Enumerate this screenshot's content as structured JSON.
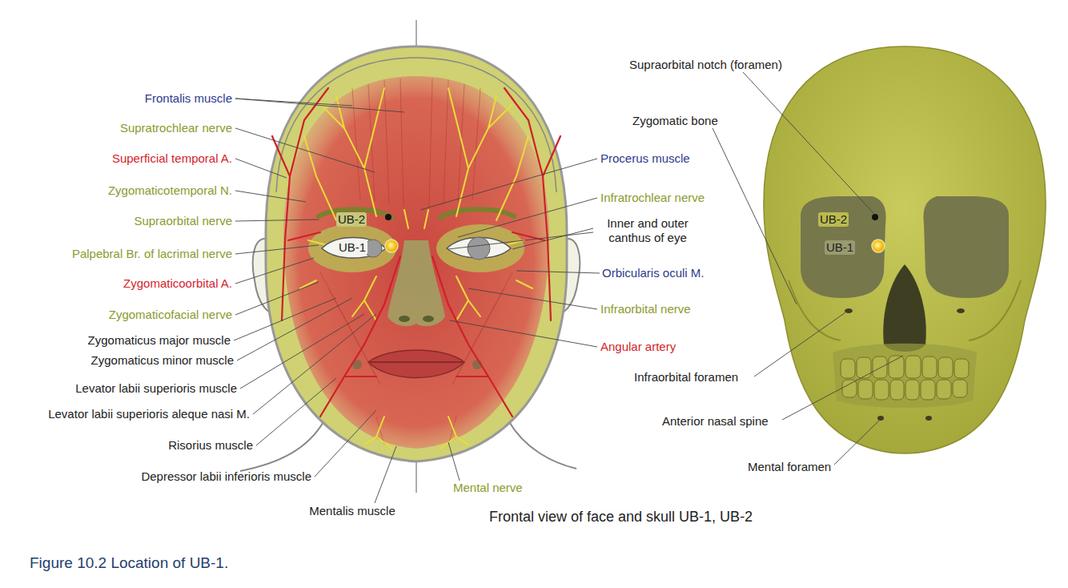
{
  "diagram": {
    "caption": "Figure 10.2 Location of UB-1.",
    "labels": [
      "Frontalis muscle",
      "Supratrochlear nerve",
      "Superficial temporal A.",
      "Zygomaticotemporal N.",
      "Supraorbital nerve",
      "Palpebral Br. of lacrimal nerve",
      "Zygomaticoorbital A.",
      "Zygomaticofacial nerve",
      "Zygomaticus major muscle",
      "Zygomaticus minor muscle",
      "Levator labii superioris muscle",
      "Levator labii superioris aleque nasi M.",
      "Risorius muscle",
      "Depressor labii inferioris muscle",
      "Mentalis muscle",
      "Mental nerve",
      "Procerus muscle",
      "Infratrochlear nerve",
      "Inner and outer canthus of eye",
      "Orbicularis oculi M.",
      "Infraorbital nerve",
      "Angular artery",
      "UB-2",
      "UB-1",
      "Supraorbital notch (foramen)",
      "Zygomatic bone",
      "UB-2",
      "UB-1",
      "Infraorbital foramen",
      "Anterior nasal spine",
      "Mental foramen",
      "Frontal view of face and skull UB-1, UB-2"
    ]
  }
}
